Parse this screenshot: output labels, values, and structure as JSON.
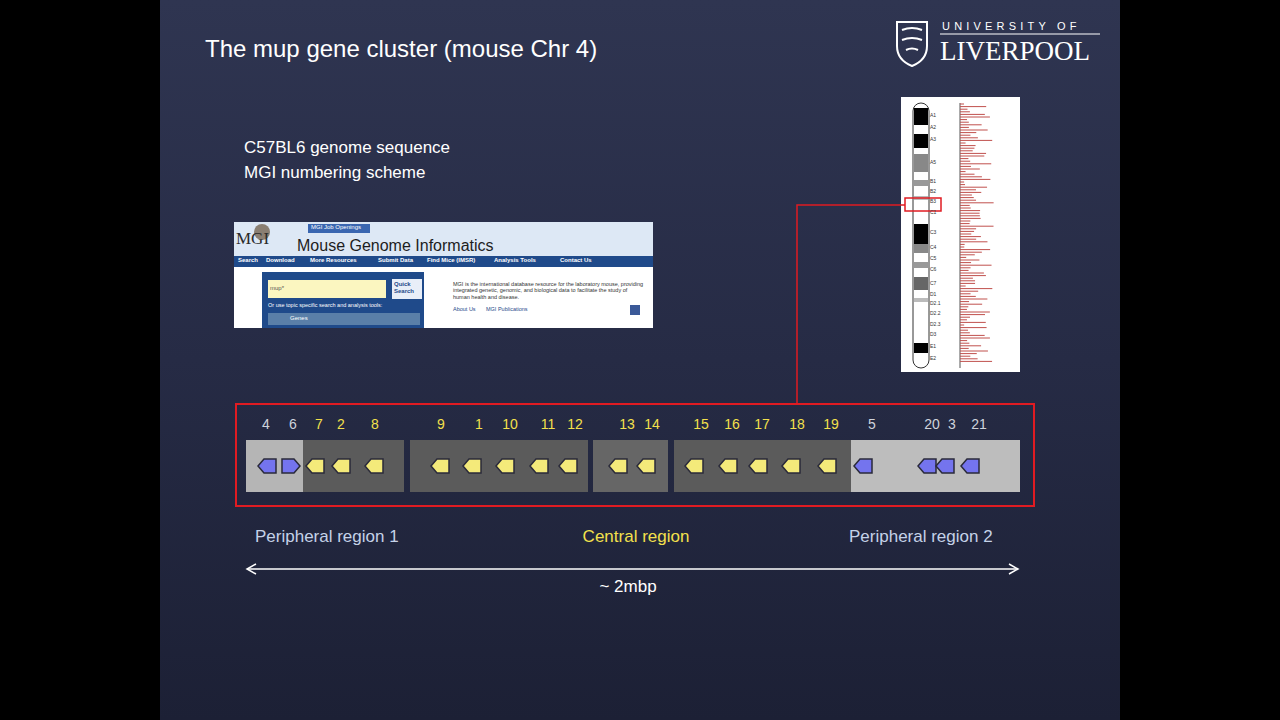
{
  "diagram": {
    "title": "The mup gene cluster (mouse Chr 4)",
    "labels": [
      "UNIVERSITY OF",
      "LIVERPOOL",
      "C57BL6 genome sequence",
      "MGI numbering scheme",
      "MGI Job Openings",
      "MGI",
      "Mouse Genome Informatics",
      "Search",
      "Download",
      "More Resources",
      "Submit Data",
      "Find Mice (IMSR)",
      "Analysis Tools",
      "Contact Us",
      "mup*",
      "Quick Search",
      "Or use topic specific search and analysis tools:",
      "Genes",
      "MGI is the international database resource for the laboratory mouse, providing integrated genetic, genomic, and biological data to facilitate the study of human health and disease.",
      "About Us",
      "MGI Publications",
      "A1",
      "A2",
      "A3",
      "A5",
      "B1",
      "B2",
      "B3",
      "C1",
      "C3",
      "C4",
      "C5",
      "C6",
      "C7",
      "D1",
      "D2.1",
      "D2.2",
      "D2.3",
      "D3",
      "E1",
      "E2",
      "4",
      "6",
      "7",
      "2",
      "8",
      "9",
      "1",
      "10",
      "11",
      "12",
      "13",
      "14",
      "15",
      "16",
      "17",
      "18",
      "19",
      "5",
      "20",
      "3",
      "21",
      "Peripheral region 1",
      "Central region",
      "Peripheral region 2",
      "~ 2mbp"
    ]
  }
}
